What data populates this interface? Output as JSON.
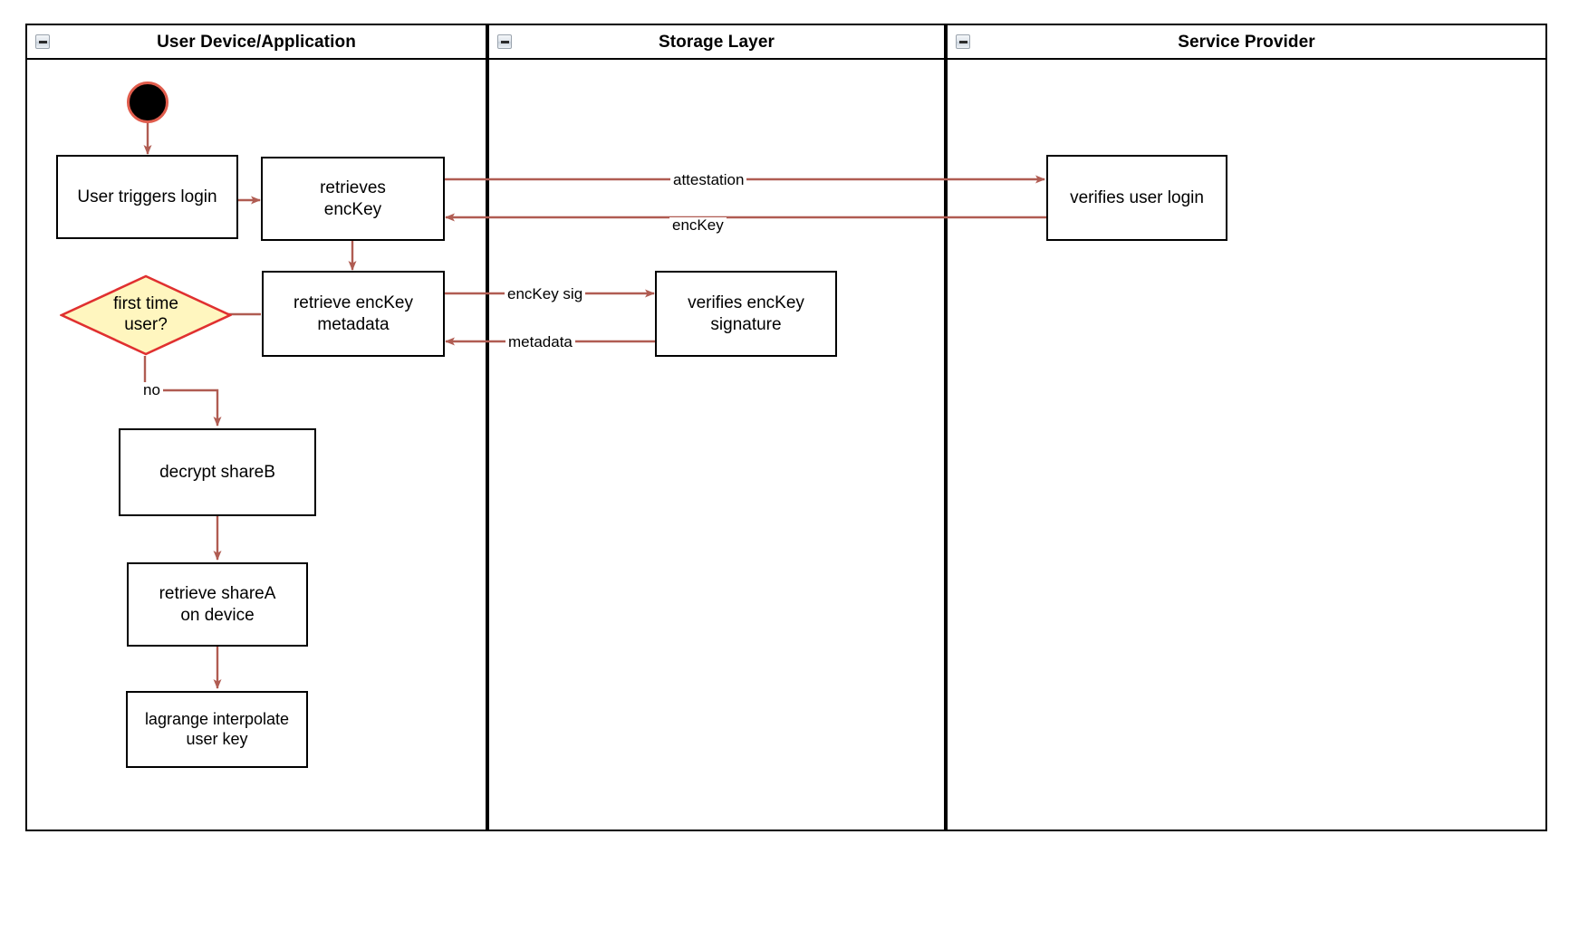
{
  "diagram": {
    "type": "swimlane-activity-diagram",
    "background": "#ffffff",
    "edge_color": "#b05c52",
    "decision_fill": "#fff6bf",
    "decision_stroke": "#e03030",
    "node_stroke": "#000000"
  },
  "lanes": [
    {
      "id": "user-device",
      "title": "User Device/Application",
      "collapse_icon": "collapse-minus-icon"
    },
    {
      "id": "storage-layer",
      "title": "Storage Layer",
      "collapse_icon": "collapse-minus-icon"
    },
    {
      "id": "service-provider",
      "title": "Service Provider",
      "collapse_icon": "collapse-minus-icon"
    }
  ],
  "nodes": {
    "start": {
      "label": "",
      "shape": "start-circle"
    },
    "user_triggers_login": {
      "label": "User triggers login",
      "shape": "rect"
    },
    "retrieves_enckey": {
      "label": "retrieves\nencKey",
      "shape": "rect"
    },
    "retrieve_enckey_metadata": {
      "label": "retrieve encKey\nmetadata",
      "shape": "rect"
    },
    "first_time_user": {
      "label": "first time\nuser?",
      "shape": "diamond"
    },
    "decrypt_shareb": {
      "label": "decrypt shareB",
      "shape": "rect"
    },
    "retrieve_sharea": {
      "label": "retrieve shareA\non device",
      "shape": "rect"
    },
    "lagrange": {
      "label": "lagrange interpolate\nuser key",
      "shape": "rect"
    },
    "verifies_user_login": {
      "label": "verifies user login",
      "shape": "rect"
    },
    "verifies_enckey_signature": {
      "label": "verifies encKey\nsignature",
      "shape": "rect"
    }
  },
  "edge_labels": {
    "attestation": "attestation",
    "enckey": "encKey",
    "enckey_sig": "encKey sig",
    "metadata": "metadata",
    "no": "no"
  }
}
